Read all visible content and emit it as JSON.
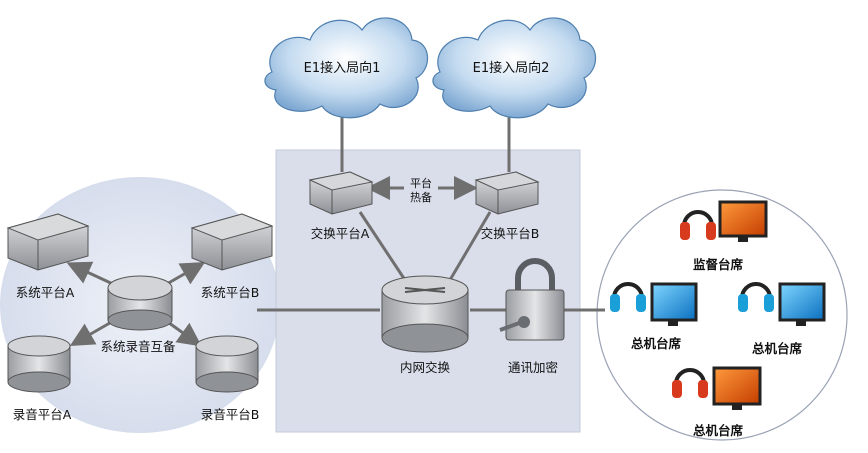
{
  "clouds": [
    {
      "label": "E1接入局向1"
    },
    {
      "label": "E1接入局向2"
    }
  ],
  "core": {
    "switch_a": "交换平台A",
    "switch_b": "交换平台B",
    "hotbackup_line1": "平台",
    "hotbackup_line2": "热备",
    "intranet_switch": "内网交换",
    "encryption": "通讯加密"
  },
  "left_group": {
    "platform_a": "系统平台A",
    "platform_b": "系统平台B",
    "recording_backup": "系统录音互备",
    "record_a": "录音平台A",
    "record_b": "录音平台B"
  },
  "right_group": {
    "supervisor": "监督台席",
    "console_left": "总机台席",
    "console_right": "总机台席",
    "console_bottom": "总机台席"
  },
  "colors": {
    "core_bg": "#d9deea",
    "left_bg": "#dde3f0",
    "right_bg": "#ffffff",
    "line": "#6f6f6f",
    "cloud_fill": "#a8c7e6",
    "device_fill": "#b9bcc0"
  }
}
